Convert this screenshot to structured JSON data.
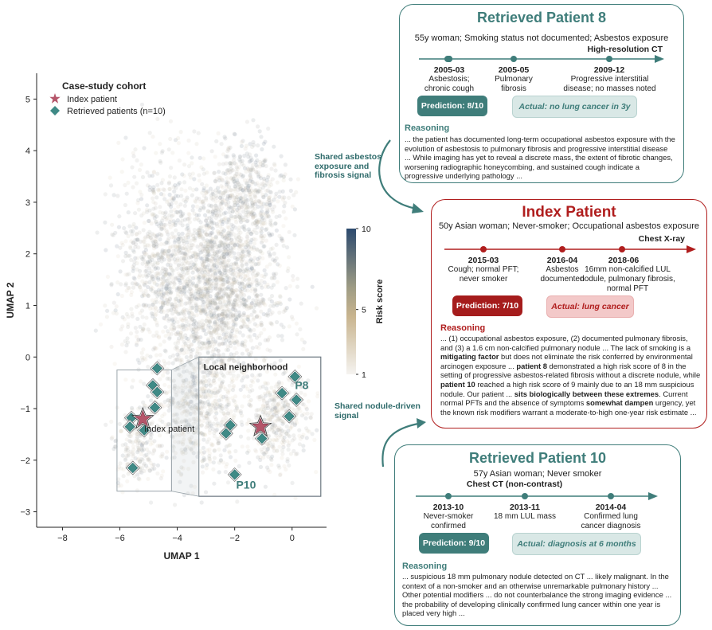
{
  "chart_data": {
    "type": "scatter",
    "xlabel": "UMAP 1",
    "ylabel": "UMAP 2",
    "xlim": [
      -8.9,
      1.2
    ],
    "ylim": [
      -3.3,
      5.5
    ],
    "xticks": [
      -8,
      -6,
      -4,
      -2,
      0
    ],
    "yticks": [
      -3,
      -2,
      -1,
      0,
      1,
      2,
      3,
      4,
      5
    ],
    "colorbar": {
      "label": "Risk score",
      "min": 1,
      "max": 10,
      "ticks": [
        1,
        5,
        10
      ],
      "low_color": "#e8d9bf",
      "high_color": "#2c4a6e"
    },
    "legend": {
      "title": "Case-study cohort",
      "entries": [
        {
          "label": "Index patient",
          "marker": "star",
          "color": "#b5566a"
        },
        {
          "label": "Retrieved patients (n=10)",
          "marker": "diamond",
          "color": "#3f8a86"
        }
      ],
      "placement": "top-left"
    },
    "index_patients": [
      {
        "x": -5.2,
        "y": -1.2
      },
      {
        "x": -1.1,
        "y": -1.35
      }
    ],
    "retrieved_patients": [
      {
        "x": -4.7,
        "y": -0.22
      },
      {
        "x": -4.85,
        "y": -0.55
      },
      {
        "x": -4.7,
        "y": -0.68
      },
      {
        "x": -4.78,
        "y": -0.98
      },
      {
        "x": -5.6,
        "y": -1.18
      },
      {
        "x": -5.65,
        "y": -1.35
      },
      {
        "x": -5.15,
        "y": -1.42
      },
      {
        "x": -5.55,
        "y": -2.15
      },
      {
        "x": 0.1,
        "y": -0.38
      },
      {
        "x": -0.35,
        "y": -0.7
      },
      {
        "x": 0.15,
        "y": -0.83
      },
      {
        "x": -0.1,
        "y": -1.15
      },
      {
        "x": -2.15,
        "y": -1.32
      },
      {
        "x": -2.3,
        "y": -1.48
      },
      {
        "x": -1.05,
        "y": -1.58
      },
      {
        "x": -2.0,
        "y": -2.28
      }
    ],
    "annotations": {
      "index_label": "Index patient",
      "neighborhood_label": "Local neighborhood",
      "p8_label": "P8",
      "p10_label": "P10"
    }
  },
  "colors": {
    "teal": "#3f7d7a",
    "teal_dark": "#2f6b6b",
    "red": "#b01e1e",
    "red_fill": "#a51c1c",
    "red_soft": "#f3c9c9",
    "teal_soft": "#d9e8e6",
    "star": "#b5566a",
    "diamond": "#3f8a86"
  },
  "links": {
    "asbestos": "Shared asbestos exposure and fibrosis signal",
    "nodule": "Shared nodule-driven signal"
  },
  "cards": {
    "p8": {
      "title": "Retrieved Patient 8",
      "demographics": "55y woman; Smoking status not documented; Asbestos exposure",
      "modality": "High-resolution CT",
      "events": [
        {
          "date": "2005-03",
          "text": "Asbestosis; chronic cough"
        },
        {
          "date": "2005-05",
          "text": "Pulmonary fibrosis"
        },
        {
          "date": "2009-12",
          "text": "Progressive interstitial disease; no masses noted"
        }
      ],
      "prediction": "Prediction: 8/10",
      "actual": "Actual: no lung cancer in 3y",
      "reasoning_title": "Reasoning",
      "reasoning": "... the patient has documented long-term occupational asbestos exposure with the evolution of asbestosis to pulmonary fibrosis and progressive interstitial disease ... While imaging has yet to reveal a discrete mass, the extent of fibrotic changes, worsening radiographic honeycombing, and sustained cough indicate a progressive underlying pathology ..."
    },
    "index": {
      "title": "Index Patient",
      "demographics": "50y Asian woman; Never-smoker; Occupational asbestos exposure",
      "modality": "Chest X-ray",
      "events": [
        {
          "date": "2015-03",
          "text": "Cough; normal PFT; never smoker"
        },
        {
          "date": "2016-04",
          "text": "Asbestos documented"
        },
        {
          "date": "2018-06",
          "text": "16mm non-calcified LUL nodule, pulmonary fibrosis, normal PFT"
        }
      ],
      "prediction": "Prediction: 7/10",
      "actual": "Actual: lung cancer",
      "reasoning_title": "Reasoning",
      "reasoning": "... (1) occupational asbestos exposure, (2) documented pulmonary fibrosis, and (3) a 1.6 cm non-calcified pulmonary nodule ... The lack of smoking is a <b>mitigating factor</b> but does not eliminate the risk conferred by environmental arcinogen exposure ... <b>patient 8</b> demonstrated a high risk score of 8 in the setting of progressive asbestos-related fibrosis without a discrete nodule, while <b>patient 10</b> reached a high risk score of 9 mainly due to an 18 mm suspicious nodule. Our patient ... <b>sits biologically between these extremes</b>. Current normal PFTs and the absence of symptoms <b>somewhat dampen</b> urgency, yet the known risk modifiers warrant a moderate-to-high one-year risk estimate ..."
    },
    "p10": {
      "title": "Retrieved Patient 10",
      "demographics": "57y Asian woman; Never smoker",
      "modality": "Chest CT (non-contrast)",
      "events": [
        {
          "date": "2013-10",
          "text": "Never-smoker confirmed"
        },
        {
          "date": "2013-11",
          "text": "18 mm LUL mass"
        },
        {
          "date": "2014-04",
          "text": "Confirmed lung cancer diagnosis"
        }
      ],
      "prediction": "Prediction: 9/10",
      "actual": "Actual: diagnosis at 6 months",
      "reasoning_title": "Reasoning",
      "reasoning": "... suspicious 18 mm pulmonary nodule detected on CT ... likely malignant. In the context of a non-smoker and an otherwise unremarkable pulmonary history ... Other potential modifiers ... do not counterbalance the strong imaging evidence ... the probability of developing clinically confirmed lung cancer within one year is placed very high ..."
    }
  }
}
